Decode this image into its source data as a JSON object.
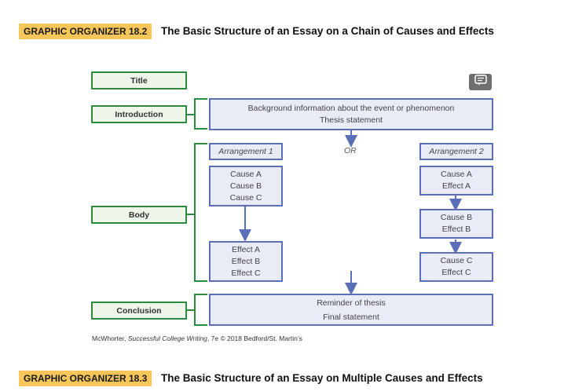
{
  "organizer_top": {
    "tag": "GRAPHIC ORGANIZER 18.2",
    "title": "The Basic Structure of an Essay on a Chain of Causes and Effects"
  },
  "organizer_bottom": {
    "tag": "GRAPHIC ORGANIZER 18.3",
    "title": "The Basic Structure of an Essay on Multiple Causes and Effects"
  },
  "sections": {
    "title": "Title",
    "introduction": "Introduction",
    "body": "Body",
    "conclusion": "Conclusion"
  },
  "intro_box": {
    "line1": "Background information about the event or phenomenon",
    "line2": "Thesis statement"
  },
  "or_label": "OR",
  "arrangement1": {
    "label": "Arrangement 1",
    "causes": [
      "Cause A",
      "Cause B",
      "Cause C"
    ],
    "effects": [
      "Effect A",
      "Effect B",
      "Effect C"
    ]
  },
  "arrangement2": {
    "label": "Arrangement 2",
    "box1": [
      "Cause A",
      "Effect A"
    ],
    "box2": [
      "Cause B",
      "Effect B"
    ],
    "box3": [
      "Cause C",
      "Effect C"
    ]
  },
  "conclusion_box": {
    "line1": "Reminder of thesis",
    "line2": "Final statement"
  },
  "credit": {
    "prefix": "McWhorter, ",
    "book": "Successful College Writing",
    "suffix": ", 7e © 2018 Bedford/St. Martin’s"
  },
  "icons": {
    "chat": "chat-bubble-icon"
  },
  "colors": {
    "green": "#2e8a3e",
    "blue": "#5b6fb8",
    "tag": "#f6c65b"
  }
}
